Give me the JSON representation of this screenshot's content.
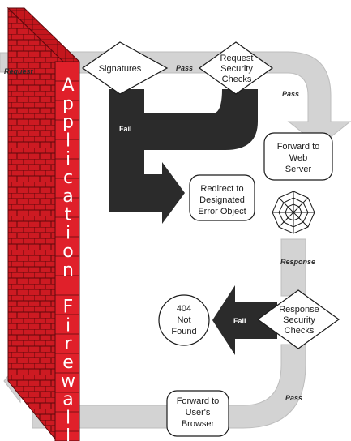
{
  "firewall": {
    "letters": [
      "A",
      "p",
      "p",
      "l",
      "i",
      "c",
      "a",
      "t",
      "i",
      "o",
      "n",
      "",
      "F",
      "i",
      "r",
      "e",
      "w",
      "a",
      "l",
      "l"
    ]
  },
  "labels": {
    "request": "Request",
    "pass1": "Pass",
    "pass2": "Pass",
    "fail1": "Fail",
    "response": "Response",
    "fail2": "Fail",
    "pass3": "Pass"
  },
  "nodes": {
    "signatures": [
      "Signatures"
    ],
    "request_checks": [
      "Request",
      "Security",
      "Checks"
    ],
    "forward_server": [
      "Forward to",
      "Web",
      "Server"
    ],
    "redirect": [
      "Redirect to",
      "Designated",
      "Error Object"
    ],
    "response_checks": [
      "Response",
      "Security",
      "Checks"
    ],
    "not_found": [
      "404",
      "Not",
      "Found"
    ],
    "forward_browser": [
      "Forward to",
      "User's",
      "Browser"
    ]
  },
  "colors": {
    "wall_red": "#e0202a",
    "wall_dark": "#8e1015",
    "mortar": "#5a0a0e",
    "grey_arrow": "#d3d3d3",
    "dark_arrow": "#2b2b2b"
  }
}
